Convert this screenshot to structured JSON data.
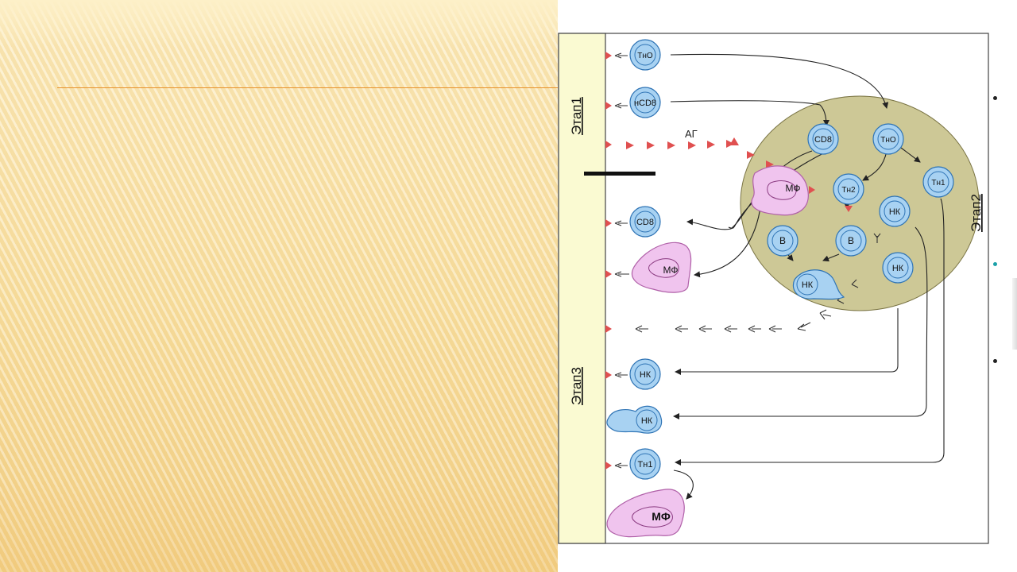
{
  "stage_labels": {
    "stage1": "Этап1",
    "stage2": "Этап2",
    "stage3": "Этап3"
  },
  "antigen_label": "АГ",
  "cells": {
    "tho_top": "ТнО",
    "ncd8_top": "нCD8",
    "cd8_inner": "CD8",
    "tho_inner": "ТнО",
    "mf_inner": "МФ",
    "th2_inner": "Тн2",
    "th1_inner": "Тн1",
    "nk_inner_top": "НК",
    "b_left": "В",
    "b_right": "В",
    "nk_inner_right": "НК",
    "nk_inner_blob": "НК",
    "cd8_out": "CD8",
    "mf_out": "МФ",
    "nk_out": "НК",
    "nk_out_blob": "НК",
    "th1_out": "Тн1",
    "mf_out_bottom": "МФ"
  },
  "colors": {
    "cell_blue": "#a8d2f2",
    "cell_outline": "#2f74b5",
    "macrophage_pink": "#f0c4ee",
    "lymph_node": "#cdc896",
    "membrane_strip": "#fafad2",
    "antigen_red": "#e05050",
    "accent_orange": "#e8912a",
    "bullet_teal": "#1aa0a8"
  }
}
